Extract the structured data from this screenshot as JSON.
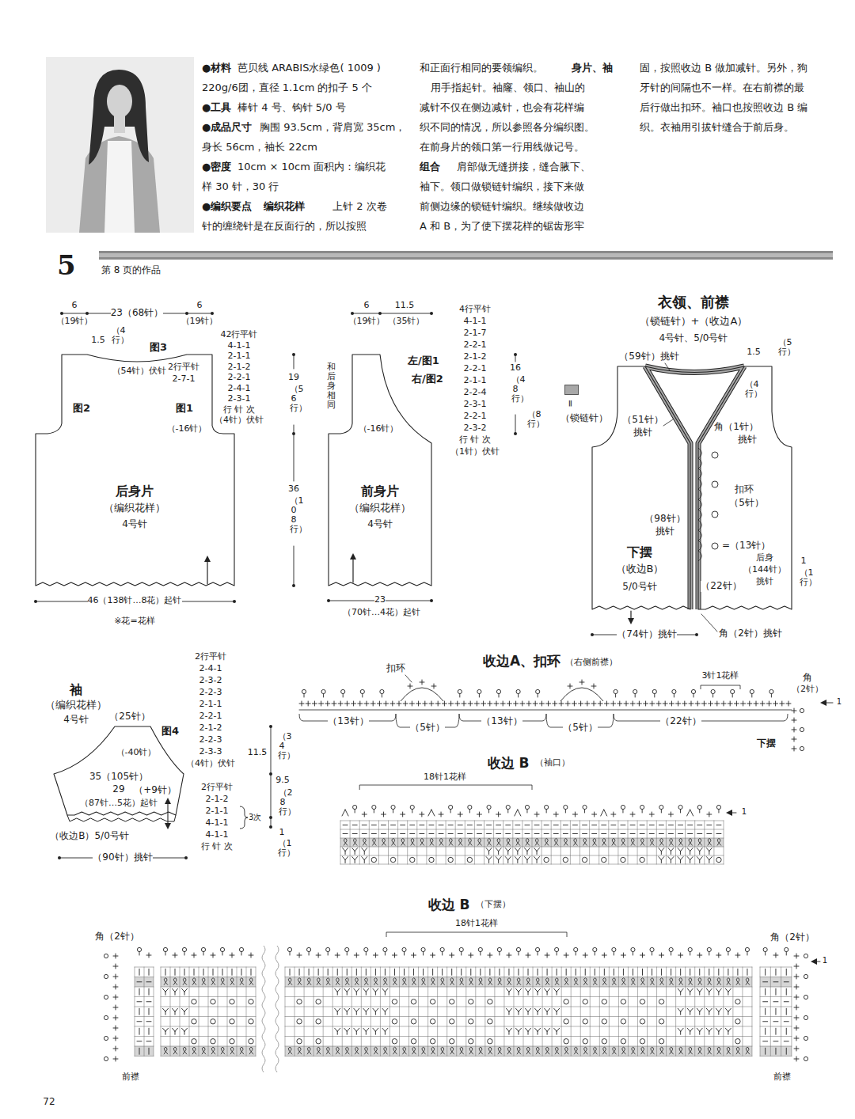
{
  "diagram": {
    "nodes": [
      {
        "text": [
          "后身片",
          "（编织花样）",
          "4号针"
        ]
      },
      {
        "text": [
          "前身片",
          "（编织花样）",
          "4号针"
        ]
      },
      {
        "text": [
          "下摆",
          "（收边B）",
          "5/0号针"
        ]
      },
      {
        "text": [
          "袖",
          "（编织花样）",
          "4号针"
        ]
      }
    ],
    "labels": [
      "●材料",
      "芭贝线 ARABIS水绿色( 1009 )",
      "220g/6团，直径 1.1cm 的扣子 5 个",
      "●工具",
      "棒针 4 号、钩针 5/0 号",
      "●成品尺寸",
      "胸围 93.5cm，背肩宽 35cm，",
      "身长 56cm，袖长 22cm",
      "●密度",
      "10cm × 10cm 面积内：编织花",
      "样 30 针，30 行",
      "●编织要点",
      "编织花样",
      "上针 2 次卷",
      "针的缠绕针是在反面行的，所以按照",
      "和正面行相同的要领编织。",
      "身片、袖",
      "用手指起针。袖窿、领口、袖山的",
      "减针不仅在侧边减针，也会有花样编",
      "织不同的情况，所以参照各分编织图。",
      "在前身片的领口第一行用线做记号。",
      "组合",
      "肩部做无缝拼接，缝合腋下、",
      "袖下。领口做锁链针编织，接下来做",
      "前侧边缘的锁链针编织。继续做收边",
      "A 和 B，为了使下摆花样的锯齿形牢",
      "固，按照收边 B 做加减针。另外，狗",
      "牙针的间隔也不一样。在右前襟的最",
      "后行做出扣环。袖口也按照收边 B 编",
      "织。衣袖用引拔针缝合于前后身。",
      "5",
      "第 8 页的作品",
      "6",
      "23（68针）",
      "6",
      "（19针）",
      "（19针）",
      "1.5",
      "（4行）",
      "图3",
      "（54针）伏针",
      "2行平针",
      "2-7-1",
      "42行平针",
      "4-1-1",
      "2-1-1",
      "2-1-2",
      "2-2-1",
      "2-4-1",
      "2-3-1",
      "行 针 次",
      "（4针）伏针",
      "图2",
      "图1",
      "（-16针）",
      "19",
      "（56行）",
      "36",
      "（108行）",
      "46（138针…8花）起针",
      "※花=花样",
      "6",
      "11.5",
      "（19针）",
      "（35针）",
      "和后身相同",
      "左/图1",
      "右/图2",
      "（-16针）",
      "23",
      "（70针…4花）起针",
      "4行平针",
      "4-1-1",
      "2-1-7",
      "2-2-1",
      "2-1-2",
      "2-2-1",
      "2-1-1",
      "2-2-4",
      "2-3-1",
      "2-2-1",
      "2-3-2",
      "行 针 次",
      "（1针）伏针",
      "16",
      "（48行）",
      "（8行）",
      "=",
      "衣领、前襟",
      "（锁链针）+（收边A）",
      "4号针、5/0号针",
      "（59针）挑针",
      "1.5",
      "（5行）",
      "（4行）",
      "（51针）",
      "挑针",
      "角（1针）",
      "挑针",
      "扣环",
      "（5针）",
      "（98针）",
      "挑针",
      "=（13针）",
      "后身",
      "（144针）",
      "挑针",
      "1",
      "（1行）",
      "（22针）",
      "（74针）挑针",
      "角（2针）挑针",
      "（25针）",
      "图4",
      "（-40针）",
      "35（105针）",
      "29",
      "（+9针）",
      "（87针…5花）起针",
      "（收边B）5/0号针",
      "（90针）挑针",
      "2行平针",
      "2-4-1",
      "2-3-2",
      "2-2-3",
      "2-1-1",
      "2-2-1",
      "2-1-2",
      "2-2-3",
      "2-3-3",
      "（4针）伏针",
      "2行平针",
      "2-1-2",
      "2-1-1",
      "4-1-1",
      "4-1-1",
      "行 针 次",
      "3次",
      "11.5",
      "（34行）",
      "9.5",
      "（28行）",
      "1",
      "（1行）",
      "收边A、扣环",
      "（右侧前襟）",
      "扣环",
      "3针1花样",
      "角",
      "（2针）",
      "1",
      "（13针）",
      "（5针）",
      "（13针）",
      "（5针）",
      "（22针）",
      "下摆",
      "收边 B",
      "（袖口）",
      "18针1花样",
      "1",
      "收边 B",
      "（下摆）",
      "18针1花样",
      "角（2针）",
      "角（2针）",
      "1",
      "前襟",
      "前襟",
      "72"
    ],
    "legend": [
      {
        "text": "（锁链针）",
        "color": "#a8a8a8"
      }
    ]
  }
}
